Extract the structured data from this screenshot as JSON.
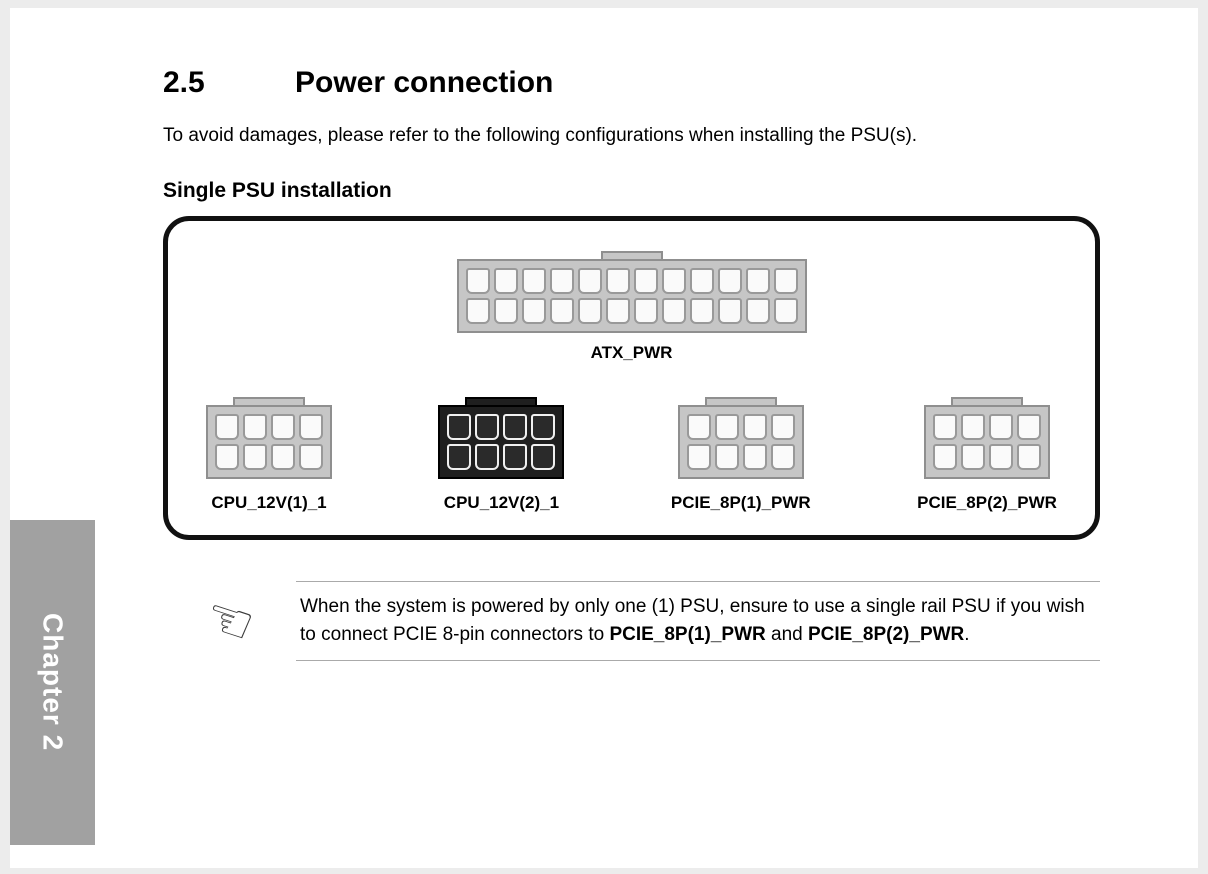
{
  "page": {
    "section_number": "2.5",
    "section_title": "Power connection",
    "intro": "To avoid damages, please refer to the following configurations when installing the PSU(s).",
    "subheading": "Single PSU installation"
  },
  "diagram": {
    "atx": {
      "label": "ATX_PWR",
      "rows": 2,
      "cols": 12
    },
    "connectors": [
      {
        "label": "CPU_12V(1)_1",
        "variant": "light",
        "rows": 2,
        "cols": 4
      },
      {
        "label": "CPU_12V(2)_1",
        "variant": "dark",
        "rows": 2,
        "cols": 4
      },
      {
        "label": "PCIE_8P(1)_PWR",
        "variant": "light",
        "rows": 2,
        "cols": 4
      },
      {
        "label": "PCIE_8P(2)_PWR",
        "variant": "light",
        "rows": 2,
        "cols": 4
      }
    ]
  },
  "note": {
    "icon": "pointing-hand-icon",
    "icon_glyph": "☜",
    "pre": "When the system is powered by only one (1) PSU, ensure to use a single rail PSU if you wish to connect PCIE 8-pin connectors to ",
    "bold1": "PCIE_8P(1)_PWR",
    "mid": " and ",
    "bold2": "PCIE_8P(2)_PWR",
    "post": "."
  },
  "sidebar": {
    "chapter_label": "Chapter 2"
  },
  "colors": {
    "connector_light_fill": "#c6c6c6",
    "connector_light_stroke": "#8f8f8f",
    "connector_dark_fill": "#1f1f1f",
    "pin_light_fill": "#fafafa",
    "chapter_tab_bg": "#a1a1a1",
    "diagram_border": "#111111",
    "note_rule": "#aaaaaa"
  }
}
